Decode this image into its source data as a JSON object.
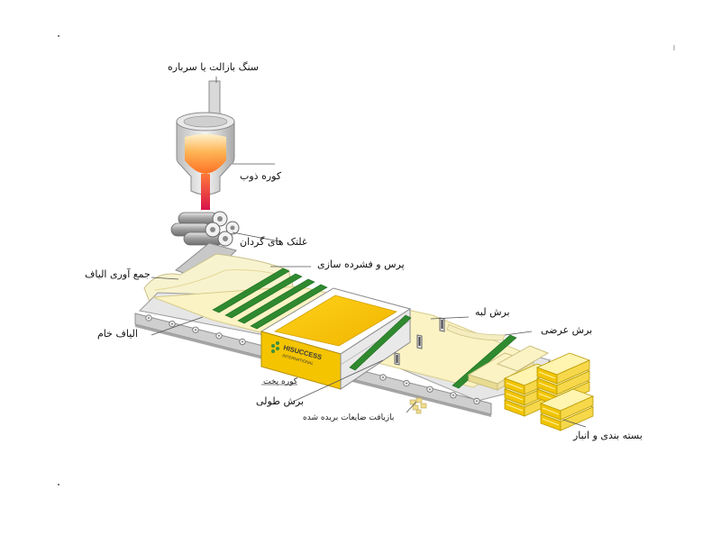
{
  "labels": {
    "basalt_stone": "سنگ بازالت یا سرباره",
    "melting_furnace": "کوره ذوب",
    "spinning_rollers": "غلتک های گردان",
    "fiber_collection": "جمع آوری الیاف",
    "raw_fiber": "الیاف خام",
    "press_compression": "پرس و فشرده سازی",
    "baking_oven": "کوره پخت",
    "longitudinal_cut": "برش طولی",
    "edge_cut": "برش لبه",
    "cross_cut": "برش عرضی",
    "waste_recycling": "بازیافت ضایعات بریده شده",
    "packaging_storage": "بسته بندی و انبار"
  },
  "logo": {
    "name": "HISUCCESS",
    "subtitle": "INTERNATIONAL"
  },
  "colors": {
    "press_green": "#2f8a2f",
    "oven_yellow": "#f3c200",
    "molten_orange": "#ff8a1e",
    "stream_red": "#e0284a",
    "wool_cream": "#f7eeb2",
    "conveyor_gray": "#c9c9c9"
  }
}
